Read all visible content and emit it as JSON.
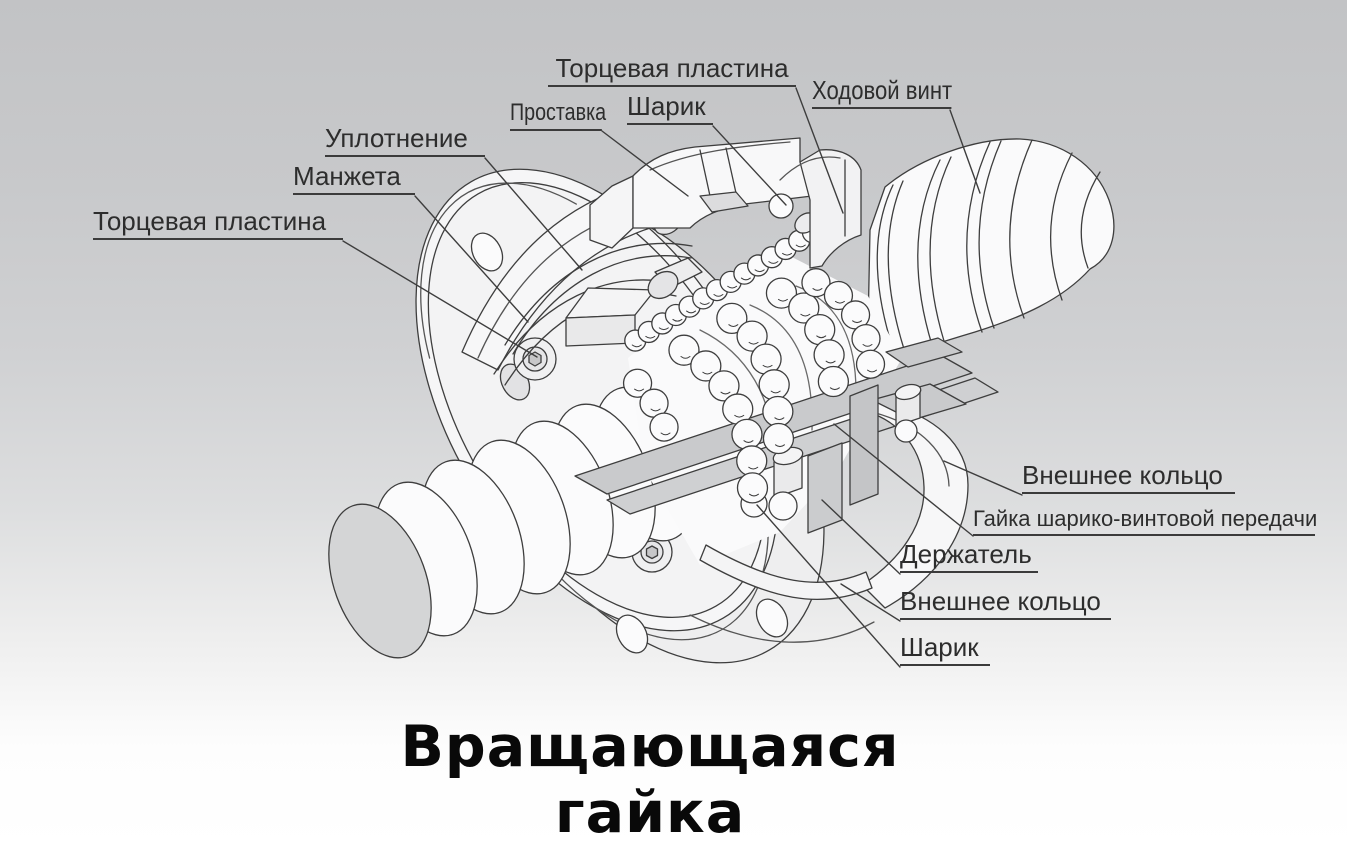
{
  "title": "Вращающаяся гайка",
  "diagram": {
    "labels": {
      "end_plate_top": "Торцевая пластина",
      "lead_screw": "Ходовой винт",
      "ball_top": "Шарик",
      "spacer": "Проставка",
      "seal": "Уплотнение",
      "cuff": "Манжета",
      "end_plate_left": "Торцевая пластина",
      "outer_ring_right": "Внешнее кольцо",
      "ball_screw_nut": "Гайка шарико-винтовой передачи",
      "holder": "Держатель",
      "outer_ring_lower": "Внешнее кольцо",
      "ball_bottom": "Шарик"
    },
    "colors": {
      "line": "#3e3e3e",
      "fill_light": "#f7f7f8",
      "fill_gray": "#c9cacc",
      "background_top": "#c2c3c5",
      "background_bottom": "#ffffff"
    }
  }
}
